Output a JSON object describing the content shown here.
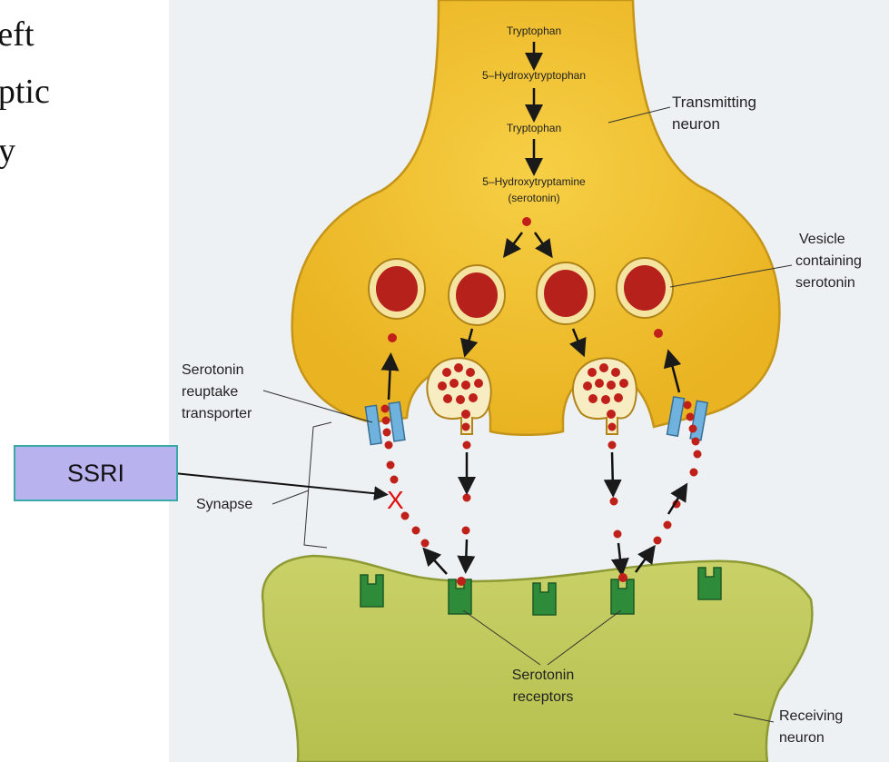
{
  "slide_text": {
    "line1": "cleft",
    "line2": "naptic",
    "line3": "y"
  },
  "pathway": {
    "step1": "Tryptophan",
    "step2": "5–Hydroxytryptophan",
    "step3": "Tryptophan",
    "step4_line1": "5–Hydroxytryptamine",
    "step4_line2": "(serotonin)"
  },
  "labels": {
    "transmitting_line1": "Transmitting",
    "transmitting_line2": "neuron",
    "vesicle_line1": "Vesicle",
    "vesicle_line2": "containing",
    "vesicle_line3": "serotonin",
    "reuptake_line1": "Serotonin",
    "reuptake_line2": "reuptake",
    "reuptake_line3": "transporter",
    "synapse": "Synapse",
    "receptors_line1": "Serotonin",
    "receptors_line2": "receptors",
    "receiving_line1": "Receiving",
    "receiving_line2": "neuron"
  },
  "ssri": {
    "label": "SSRI",
    "block_mark": "X"
  },
  "colors": {
    "transmitting_fill": "#f2c230",
    "receiving_fill": "#c2cc5c",
    "serotonin_dot": "#c0201a",
    "transporter": "#6fb2dd",
    "receptor": "#2e8b3a",
    "ssri_box": "#b8b2ef",
    "block_mark": "#e01010"
  }
}
